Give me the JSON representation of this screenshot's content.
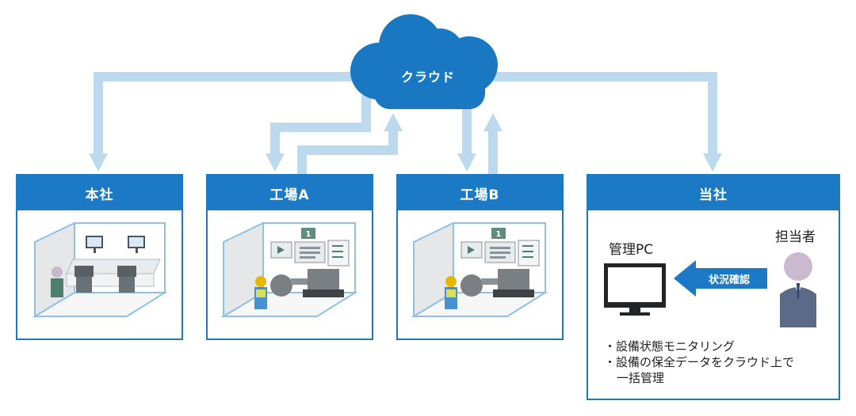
{
  "cloud": {
    "label": "クラウド"
  },
  "locations": [
    {
      "label": "本社"
    },
    {
      "label": "工場A"
    },
    {
      "label": "工場B"
    },
    {
      "label": "当社"
    }
  ],
  "screen_badge": "1",
  "company": {
    "pc_label": "管理PC",
    "person_label": "担当者",
    "arrow_label": "状況確認",
    "notes": [
      "・設備状態モニタリング",
      "・設備の保全データをクラウド上で",
      "一括管理"
    ]
  },
  "colors": {
    "primary": "#1b79c6",
    "connector": "#bcd9ee",
    "frame": "#8ec1e6"
  }
}
